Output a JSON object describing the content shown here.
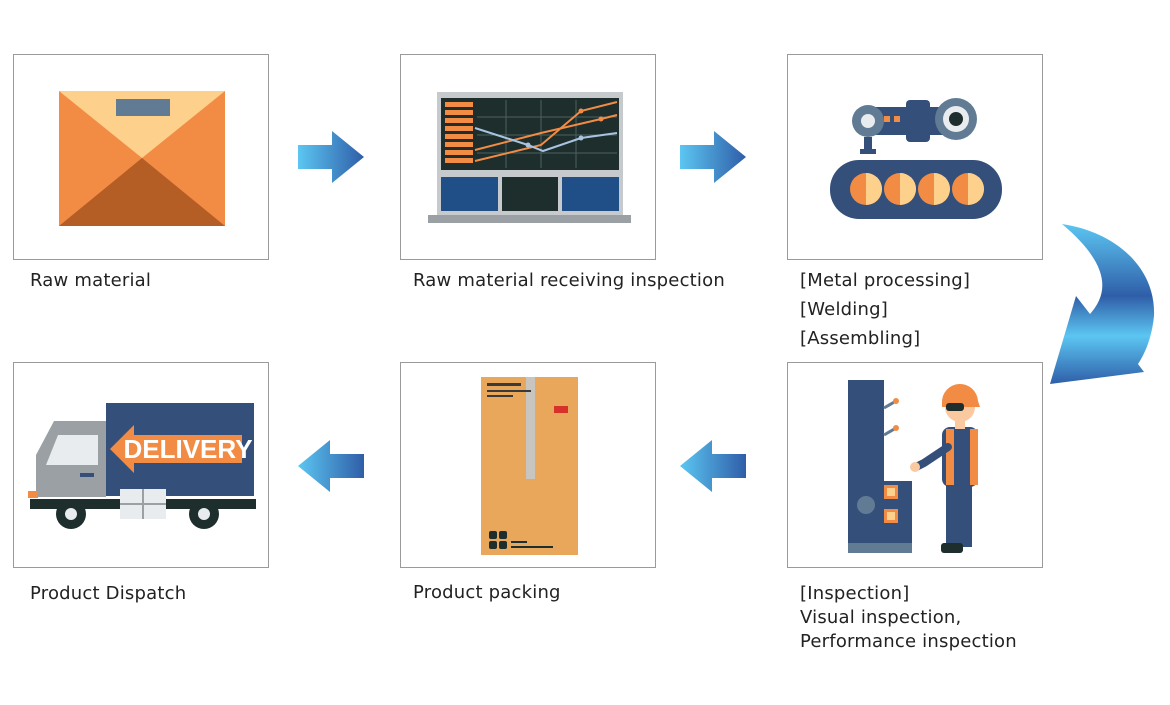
{
  "steps": [
    {
      "id": "raw-material",
      "lines": [
        "Raw material"
      ],
      "icon": "box-icon"
    },
    {
      "id": "receiving-inspection",
      "lines": [
        "Raw material receiving inspection"
      ],
      "icon": "monitor-chart-icon"
    },
    {
      "id": "processing",
      "lines": [
        "[Metal processing]",
        "[Welding]",
        "[Assembling]"
      ],
      "icon": "robot-arm-conveyor-icon"
    },
    {
      "id": "inspection",
      "lines": [
        "[Inspection]",
        "Visual inspection,",
        "Performance inspection"
      ],
      "icon": "worker-machine-icon"
    },
    {
      "id": "packing",
      "lines": [
        "Product packing"
      ],
      "icon": "carton-box-icon"
    },
    {
      "id": "dispatch",
      "lines": [
        "Product Dispatch"
      ],
      "icon": "delivery-truck-icon"
    }
  ],
  "truck_text": "DELIVERY",
  "colors": {
    "arrow_light": "#5cc6f2",
    "arrow_dark": "#2f5ea8",
    "orange": "#f28c45",
    "navy": "#34507a"
  }
}
